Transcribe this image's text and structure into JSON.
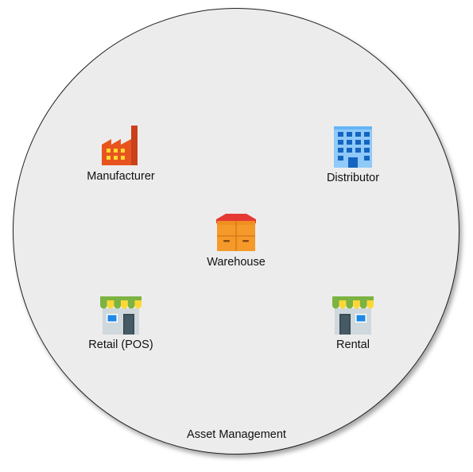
{
  "diagram": {
    "container_label": "Asset Management",
    "nodes": [
      {
        "id": "manufacturer",
        "label": "Manufacturer",
        "icon": "factory-icon"
      },
      {
        "id": "distributor",
        "label": "Distributor",
        "icon": "office-building-icon"
      },
      {
        "id": "warehouse",
        "label": "Warehouse",
        "icon": "warehouse-box-icon"
      },
      {
        "id": "retail",
        "label": "Retail (POS)",
        "icon": "storefront-icon"
      },
      {
        "id": "rental",
        "label": "Rental",
        "icon": "storefront-icon"
      }
    ],
    "colors": {
      "container_fill": "#ececec",
      "container_stroke": "#1f1f1f",
      "factory_body": "#e8541e",
      "factory_chimney": "#c9401a",
      "building": "#64b5f6",
      "building_windows": "#1565c0",
      "warehouse_box": "#f59a2a",
      "warehouse_roof": "#e53935",
      "awning_green": "#7cb342",
      "awning_yellow": "#fdd835",
      "store_wall": "#cfd8dc",
      "store_window": "#1e88e5",
      "store_door": "#37474f"
    }
  }
}
